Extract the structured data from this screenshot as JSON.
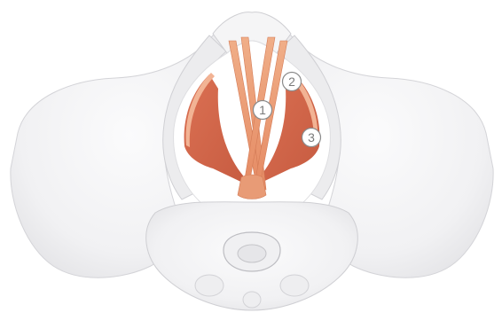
{
  "illustration": {
    "subject": "pelvis-pelvic-floor-muscles",
    "colors": {
      "bone_fill": "#f3f3f4",
      "bone_shadow": "#dcdcdf",
      "bone_edge": "#c9c9cc",
      "muscle_light": "#eda27d",
      "muscle_mid": "#e27e5a",
      "muscle_dark": "#c8583a"
    }
  },
  "callouts": [
    {
      "label": "1"
    },
    {
      "label": "2"
    },
    {
      "label": "3"
    }
  ]
}
